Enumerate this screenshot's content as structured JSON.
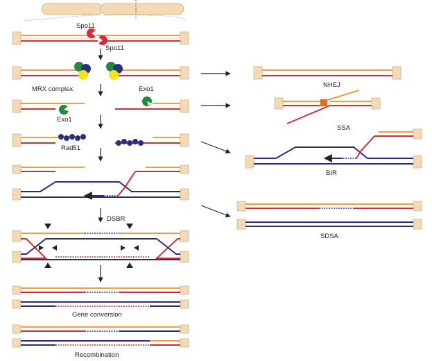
{
  "colors": {
    "orange_strand": "#e8a040",
    "red_strand": "#d92b35",
    "blue_strand": "#2b2e7a",
    "chromosome_fill": "#f3d9b6",
    "spo11": "#d92b35",
    "mrx_green": "#1e8a3c",
    "mrx_blue": "#2b2e7a",
    "mrx_yellow": "#f2e21a",
    "exo1": "#1e8a3c",
    "rad51": "#2b2e7a",
    "crossover_square": "#e86a20"
  },
  "labels": {
    "spo11_top": "Spo11",
    "spo11_bottom": "Spo11",
    "mrx_complex": "MRX complex",
    "exo1_left": "Exo1",
    "exo1_right": "Exo1",
    "rad51": "Rad51",
    "dsbr": "DSBR",
    "gene_conversion": "Gene conversion",
    "recombination": "Recombination",
    "nhej": "NHEJ",
    "ssa": "SSA",
    "bir": "BIR",
    "sdsa": "SDSA"
  },
  "icons": {
    "arrow": "arrow-icon",
    "chromosome": "chromosome-icon",
    "cleavage_triangle": "triangle-marker-icon",
    "protein_blob": "protein-icon"
  }
}
